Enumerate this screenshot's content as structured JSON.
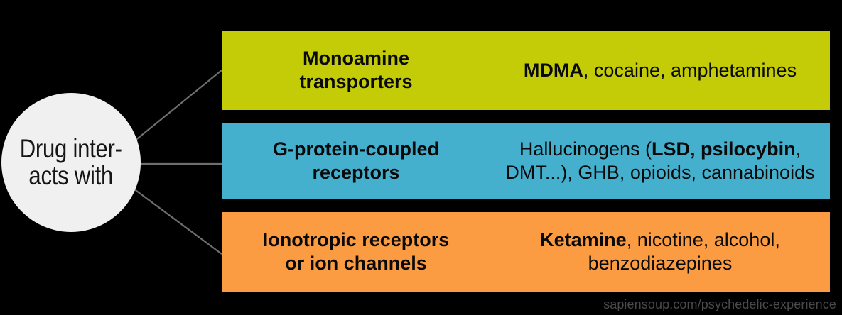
{
  "hub": {
    "label": "Drug inter-\nacts with"
  },
  "rows": [
    {
      "id": "monoamine-transporters",
      "color": "#C3CC06",
      "category": "Monoamine\ntransporters",
      "examples_prefix": "",
      "examples_bold": "MDMA",
      "examples_suffix": ", cocaine, amphetamines",
      "examples_plain": "MDMA, cocaine, amphetamines"
    },
    {
      "id": "g-protein-coupled-receptors",
      "color": "#44B0CE",
      "category": "G-protein-coupled\nreceptors",
      "examples_prefix": "Hallucinogens (",
      "examples_bold": "LSD, psilocybin",
      "examples_suffix": ", DMT...), GHB, opioids, cannabinoids",
      "examples_plain": "Hallucinogens (LSD, psilocybin, DMT...), GHB, opioids, cannabinoids"
    },
    {
      "id": "ionotropic-receptors-or-ion-channels",
      "color": "#FB9C42",
      "category": "Ionotropic receptors\nor ion channels",
      "examples_prefix": "",
      "examples_bold": "Ketamine",
      "examples_suffix": ", nicotine, alcohol, benzodiazepines",
      "examples_plain": "Ketamine, nicotine, alcohol, benzodiazepines"
    }
  ],
  "footer": {
    "source": "sapiensoup.com/psychedelic-experience"
  },
  "colors": {
    "background": "#000000",
    "hub_fill": "#F0F0F0",
    "text": "#0A0A0A",
    "connector": "#6E6E6E",
    "footer_text": "#4A4A4A"
  }
}
